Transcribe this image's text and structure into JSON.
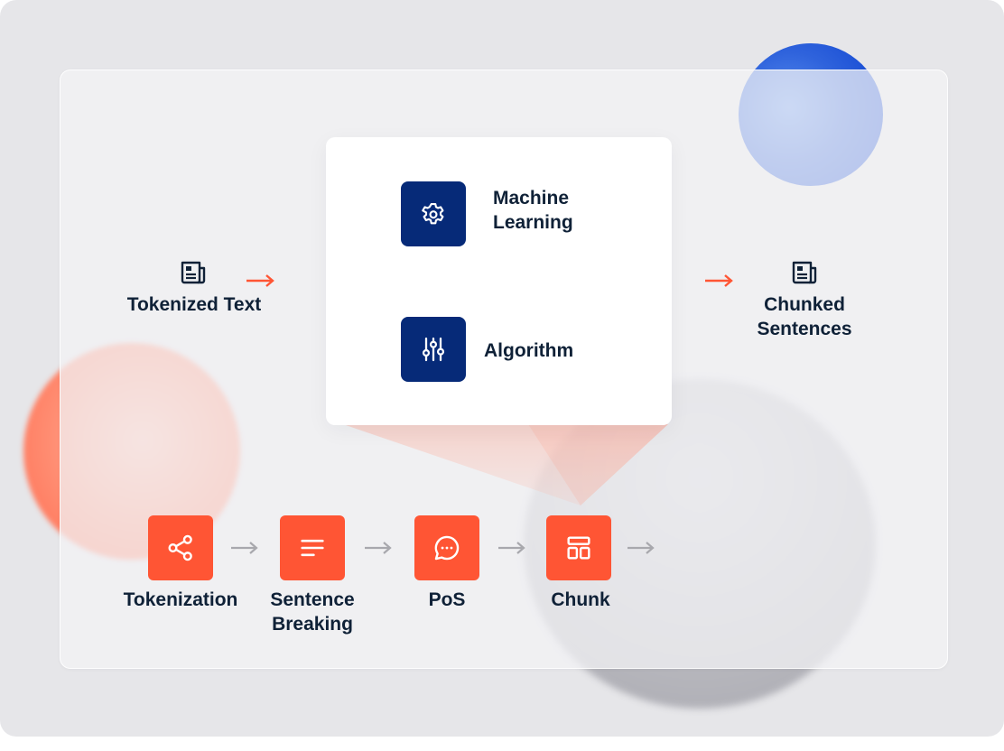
{
  "inputs": {
    "source_label": "Tokenized Text",
    "output_label": "Chunked Sentences"
  },
  "methods": [
    {
      "label": "Machine Learning",
      "icon": "gear-icon"
    },
    {
      "label": "Algorithm",
      "icon": "sliders-icon"
    }
  ],
  "pipeline": [
    {
      "label": "Tokenization",
      "icon": "share-nodes-icon"
    },
    {
      "label": "Sentence Breaking",
      "icon": "text-lines-icon"
    },
    {
      "label": "PoS",
      "icon": "chat-bubble-icon"
    },
    {
      "label": "Chunk",
      "icon": "layout-icon"
    }
  ],
  "colors": {
    "navy": "#062a78",
    "orange": "#ff5534",
    "text": "#0f2137",
    "arrow_gray": "#a8a8ad",
    "accent_blue": "#0a3fd0"
  }
}
